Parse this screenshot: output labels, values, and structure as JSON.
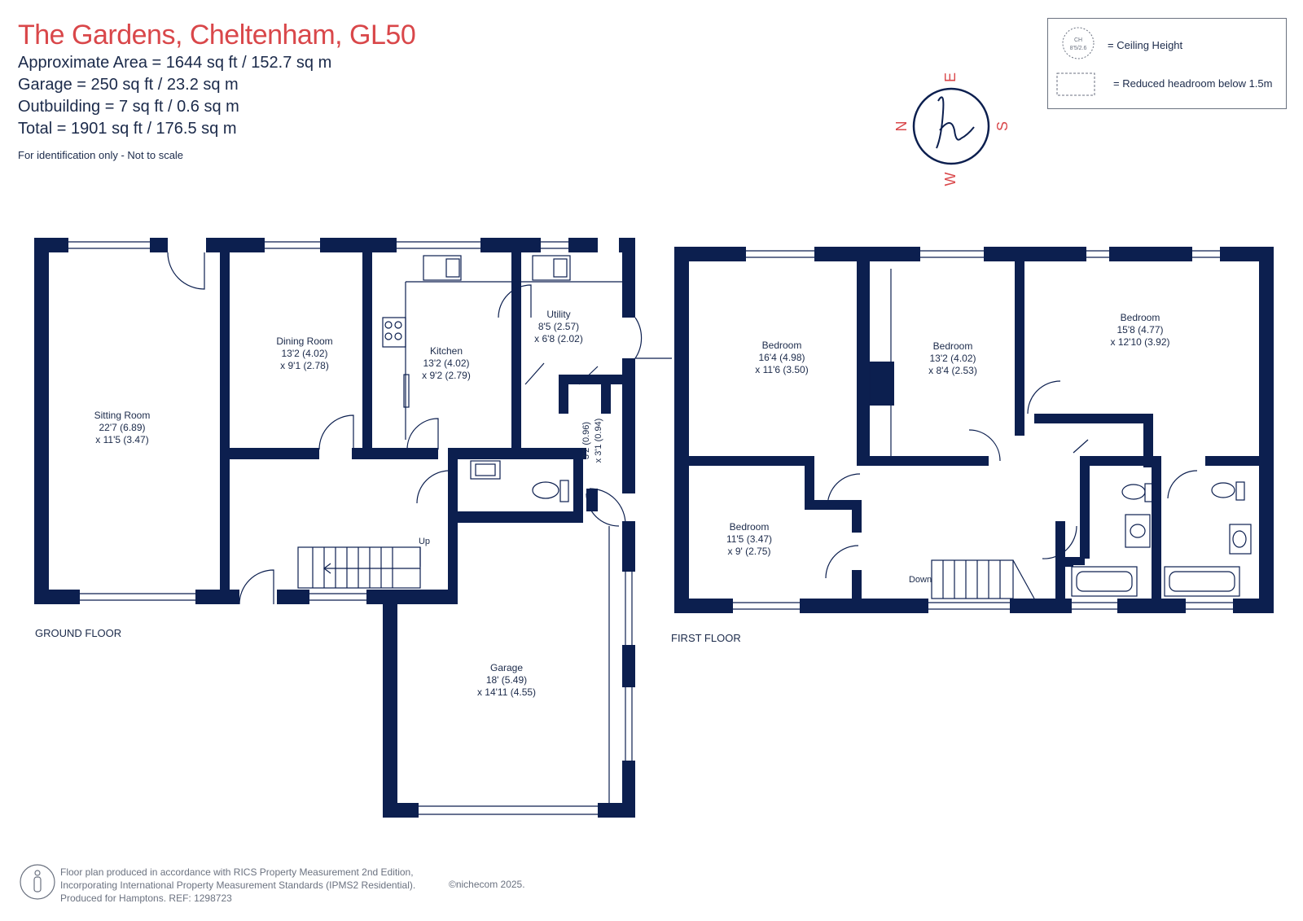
{
  "header": {
    "title": "The Gardens, Cheltenham, GL50",
    "stats": [
      "Approximate Area = 1644 sq ft / 152.7 sq m",
      "Garage = 250 sq ft / 23.2 sq m",
      "Outbuilding = 7 sq ft / 0.6 sq m",
      "Total = 1901 sq ft / 176.5 sq m"
    ],
    "note": "For identification only - Not to scale"
  },
  "legend": {
    "ceiling_badge_top": "CH",
    "ceiling_badge_bottom": "8'5/2.6",
    "ceiling_label": "= Ceiling Height",
    "headroom_label": "= Reduced headroom below 1.5m"
  },
  "compass": {
    "n": "N",
    "e": "E",
    "s": "S",
    "w": "W"
  },
  "ground_floor": {
    "label": "GROUND FLOOR",
    "stairs_label": "Up",
    "rooms": {
      "sitting": {
        "name": "Sitting Room",
        "dim1": "22'7 (6.89)",
        "dim2": "x 11'5 (3.47)"
      },
      "dining": {
        "name": "Dining Room",
        "dim1": "13'2 (4.02)",
        "dim2": "x 9'1 (2.78)"
      },
      "kitchen": {
        "name": "Kitchen",
        "dim1": "13'2 (4.02)",
        "dim2": "x 9'2 (2.79)"
      },
      "utility": {
        "name": "Utility",
        "dim1": "8'5 (2.57)",
        "dim2": "x 6'8 (2.02)"
      },
      "outbuilding": {
        "dim1": "3'2 (0.96)",
        "dim2": "x 3'1 (0.94)"
      },
      "garage": {
        "name": "Garage",
        "dim1": "18' (5.49)",
        "dim2": "x 14'11 (4.55)"
      }
    }
  },
  "first_floor": {
    "label": "FIRST FLOOR",
    "stairs_label": "Down",
    "rooms": {
      "bed1": {
        "name": "Bedroom",
        "dim1": "16'4 (4.98)",
        "dim2": "x 11'6 (3.50)"
      },
      "bed2": {
        "name": "Bedroom",
        "dim1": "13'2 (4.02)",
        "dim2": "x 8'4 (2.53)"
      },
      "bed3": {
        "name": "Bedroom",
        "dim1": "15'8 (4.77)",
        "dim2": "x 12'10 (3.92)"
      },
      "bed4": {
        "name": "Bedroom",
        "dim1": "11'5 (3.47)",
        "dim2": "x 9' (2.75)"
      }
    }
  },
  "footer": {
    "lines": [
      "Floor plan produced in accordance with RICS Property Measurement 2nd Edition,",
      "Incorporating International Property Measurement Standards (IPMS2 Residential).",
      "Produced for Hamptons.  REF:  1298723"
    ],
    "copyright": "©nichecom 2025."
  },
  "colors": {
    "wall": "#0c1f4f",
    "title": "#d9474a",
    "text": "#1b2a4a",
    "muted": "#6b7280"
  }
}
